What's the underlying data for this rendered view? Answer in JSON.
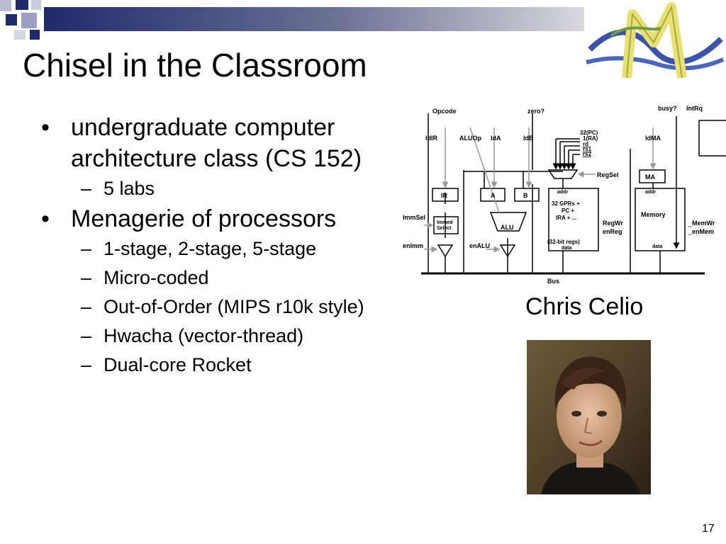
{
  "slide": {
    "title": "Chisel in the Classroom",
    "bullets": [
      {
        "marker": "•",
        "text": "undergraduate computer architecture class (CS 152)",
        "subitems": [
          {
            "marker": "–",
            "text": "5 labs"
          }
        ]
      },
      {
        "marker": "•",
        "text": "Menagerie of processors",
        "subitems": [
          {
            "marker": "–",
            "text": "1-stage, 2-stage, 5-stage"
          },
          {
            "marker": "–",
            "text": "Micro-coded"
          },
          {
            "marker": "–",
            "text": "Out-of-Order (MIPS r10k style)"
          },
          {
            "marker": "–",
            "text": "Hwacha (vector-thread)"
          },
          {
            "marker": "–",
            "text": "Dual-core Rocket"
          }
        ]
      }
    ],
    "caption": "Chris Celio",
    "page_number": "17"
  },
  "diagram": {
    "labels": {
      "opcode": "Opcode",
      "zero": "zero?",
      "busy": "busy?",
      "intrq": "IntRq",
      "ldir": "ldIR",
      "aluop": "ALUOp",
      "lda": "ldA",
      "ldb": "ldB",
      "ldma": "ldMA",
      "pc32": "32(PC)",
      "ra1": "1(RA)",
      "rd": "rd",
      "rs1": "rs1",
      "rs2": "rs2",
      "regsel": "RegSel",
      "ma": "MA",
      "ir": "IR",
      "a": "A",
      "b": "B",
      "addr1": "addr",
      "addr2": "addr",
      "gprs1": "32 GPRs +",
      "gprs2": "PC +",
      "gprs3": "IRA + ...",
      "memory": "Memory",
      "immsel": "ImmSel",
      "immed": "Immed",
      "select": "Select",
      "alu": "ALU",
      "regwr": "RegWr",
      "enreg": "enReg",
      "memwr": "MemWr",
      "enmem": "enMem",
      "regs32": "(32-bit regs)",
      "data1": "data",
      "data2": "data",
      "enimm": "enImm",
      "enalu": "enALU",
      "bus": "Bus"
    }
  },
  "colors": {
    "header_navy": "#1f2a6b",
    "header_gray": "#c8c8c8",
    "logo_yellow": "#e8e070",
    "logo_blue": "#3a55a8"
  }
}
